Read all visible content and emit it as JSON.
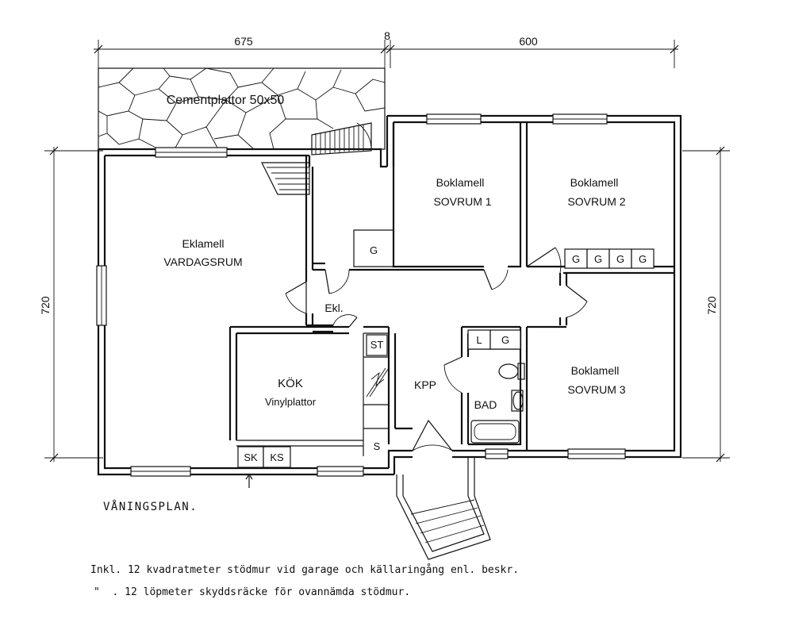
{
  "dimensions": {
    "top_left": "675",
    "top_mid": "8",
    "top_right": "600",
    "left_height": "720",
    "right_height": "720"
  },
  "terrace": {
    "label": "Cementplattor 50x50"
  },
  "rooms": {
    "living": {
      "floor": "Eklamell",
      "name": "VARDAGSRUM"
    },
    "bedroom1": {
      "floor": "Boklamell",
      "name": "SOVRUM 1"
    },
    "bedroom2": {
      "floor": "Boklamell",
      "name": "SOVRUM 2"
    },
    "bedroom3": {
      "floor": "Boklamell",
      "name": "SOVRUM 3"
    },
    "kitchen": {
      "name": "KÖK",
      "floor": "Vinylplattor"
    },
    "hall": {
      "floor": "Ekl."
    },
    "corridor": {
      "floor": "KPP"
    },
    "bath": {
      "name": "BAD"
    }
  },
  "fixtures": {
    "closet": "G",
    "closets_bed2": [
      "G",
      "G",
      "G",
      "G"
    ],
    "bath_storage": [
      "L",
      "G"
    ],
    "kitchen_st": "ST",
    "kitchen_s": "S",
    "kitchen_sk": "SK",
    "kitchen_ks": "KS"
  },
  "plan_title": "VÅNINGSPLAN.",
  "notes": [
    "Inkl. 12 kvadratmeter stödmur vid garage och källaringång enl. beskr.",
    "\"  . 12 löpmeter skyddsräcke för ovannämda stödmur."
  ]
}
